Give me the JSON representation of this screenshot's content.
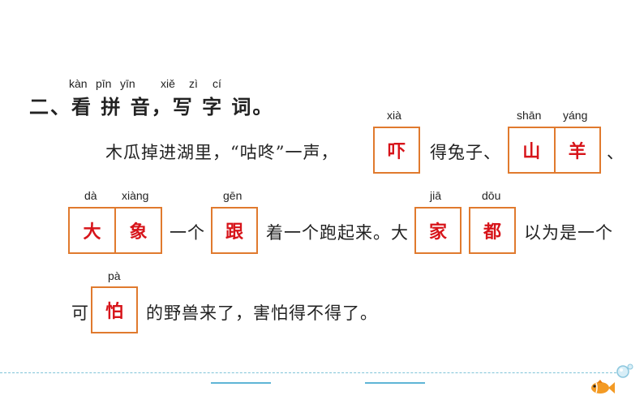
{
  "section": {
    "heading": "二、看 拼 音，写 字 词。",
    "pinyin": [
      "kàn",
      "pīn",
      "yīn",
      "xiě",
      "zì",
      "cí"
    ]
  },
  "line1": {
    "text_before": "木瓜掉进湖里，“咕咚”一声，",
    "blank1": {
      "pinyin": "xià",
      "answer": "吓"
    },
    "text_mid": "得兔子、",
    "blank2": {
      "pinyin": [
        "shān",
        "yáng"
      ],
      "answer": [
        "山",
        "羊"
      ]
    },
    "text_after": "、"
  },
  "line2": {
    "blank1": {
      "pinyin": [
        "dà",
        "xiàng"
      ],
      "answer": [
        "大",
        "象"
      ]
    },
    "text1": "一个",
    "blank2": {
      "pinyin": "gēn",
      "answer": "跟"
    },
    "text2": "着一个跑起来。大",
    "blank3": {
      "pinyin": "jiā",
      "answer": "家"
    },
    "blank4": {
      "pinyin": "dōu",
      "answer": "都"
    },
    "text3": "以为是一个"
  },
  "line3": {
    "text_before": "可",
    "blank1": {
      "pinyin": "pà",
      "answer": "怕"
    },
    "text_after": "的野兽来了，害怕得不得了。"
  },
  "colors": {
    "box_border": "#e07a2e",
    "answer": "#d7141a",
    "footer": "#5fb5d6"
  },
  "decoration": {
    "icon": "fish-icon"
  }
}
